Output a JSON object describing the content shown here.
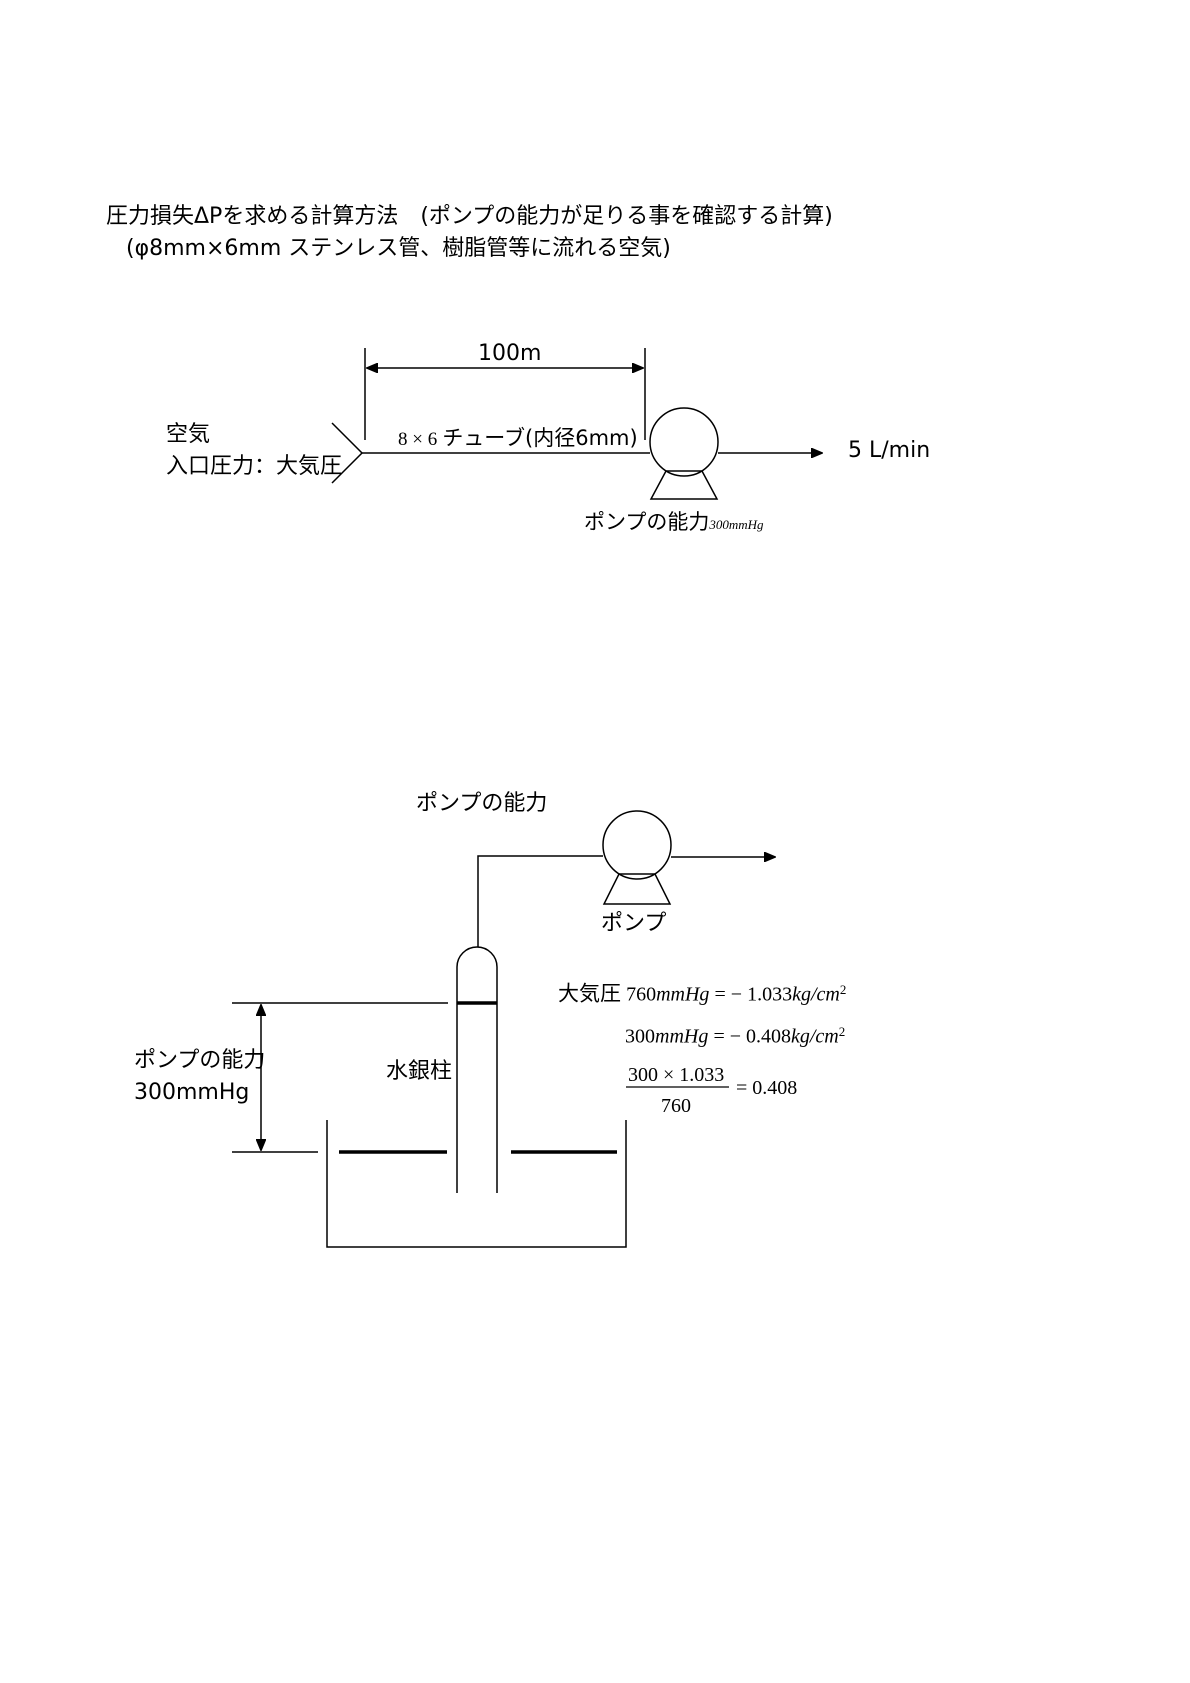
{
  "header": {
    "title_line1": "圧力損失ΔPを求める計算方法　(ポンプの能力が足りる事を確認する計算)",
    "title_line2": "(φ8mm×6mm ステンレス管、樹脂管等に流れる空気)"
  },
  "diagram1": {
    "length_label": "100m",
    "air_label": "空気",
    "inlet_label": "入口圧力：大気圧",
    "tube_label_num": "8 × 6",
    "tube_label_text": "チューブ(内径6mm)",
    "flow_label": "5 L/min",
    "pump_label_text": "ポンプの能力",
    "pump_label_value": "300mmHg"
  },
  "diagram2": {
    "pump_capacity_title": "ポンプの能力",
    "pump_label": "ポンプ",
    "left_label_line1": "ポンプの能力",
    "left_label_line2": "300mmHg",
    "mercury_label": "水銀柱"
  },
  "equations": {
    "eq1_prefix": "大気圧",
    "eq1_value": "760",
    "eq1_unit": "mmHg",
    "eq1_rhs": "= − 1.033",
    "eq1_rhs_unit": "kg/cm",
    "eq1_sup": "2",
    "eq2_value": "300",
    "eq2_unit": "mmHg",
    "eq2_rhs": "= − 0.408",
    "eq2_rhs_unit": "kg/cm",
    "eq2_sup": "2",
    "frac_num": "300 × 1.033",
    "frac_den": "760",
    "frac_result": "= 0.408"
  }
}
